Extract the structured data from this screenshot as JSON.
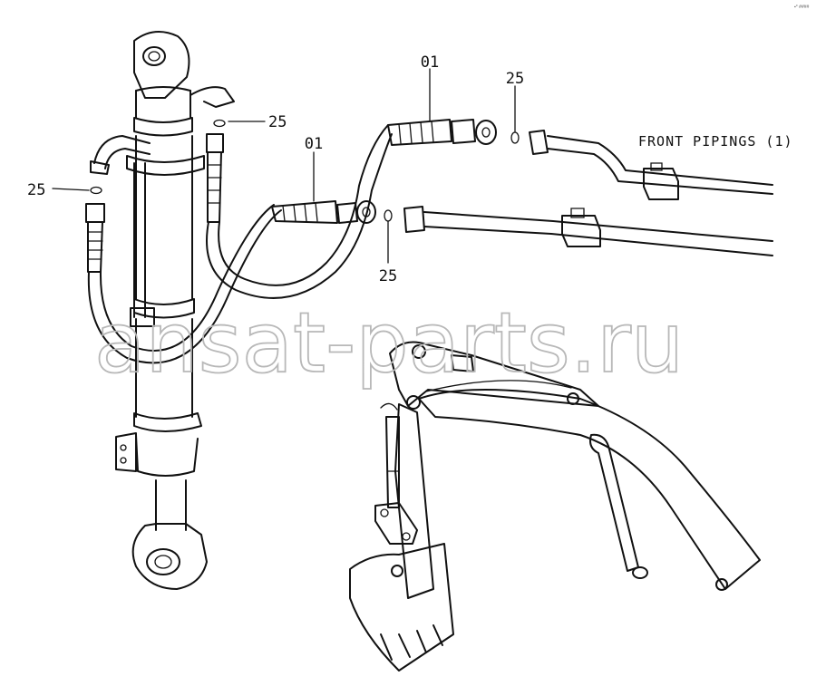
{
  "diagram": {
    "title": "FRONT PIPINGS (1)",
    "watermark": "ansat-parts.ru",
    "corner_mark": "▪° ####",
    "callouts": [
      {
        "id": "c-01-top",
        "text": "01"
      },
      {
        "id": "c-01-mid",
        "text": "01"
      },
      {
        "id": "c-25-top",
        "text": "25"
      },
      {
        "id": "c-25-upper",
        "text": "25"
      },
      {
        "id": "c-25-left",
        "text": "25"
      },
      {
        "id": "c-25-bottom",
        "text": "25"
      }
    ]
  }
}
